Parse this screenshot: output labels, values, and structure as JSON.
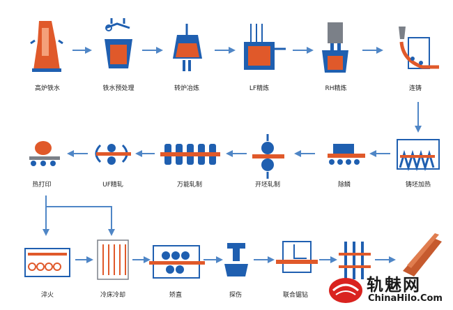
{
  "steps": [
    {
      "label": "高炉铁水"
    },
    {
      "label": "铁水预处理"
    },
    {
      "label": "转炉冶炼"
    },
    {
      "label": "LF精炼"
    },
    {
      "label": "RH精炼"
    },
    {
      "label": "连铸"
    },
    {
      "label": "铸坯加热"
    },
    {
      "label": "除鳞"
    },
    {
      "label": "开坯轧制"
    },
    {
      "label": "万能轧制"
    },
    {
      "label": "UF精轧"
    },
    {
      "label": "热打印"
    },
    {
      "label": "淬火"
    },
    {
      "label": "冷床冷却"
    },
    {
      "label": "矫直"
    },
    {
      "label": "探伤"
    },
    {
      "label": "联合锯钻"
    }
  ],
  "watermark": {
    "brand": "轨魅网",
    "site": "ChinaHilo.Com"
  },
  "colors": {
    "blue": "#1f5fb0",
    "orange": "#e0592a",
    "arrow": "#4f86c6",
    "grey": "#7b8088"
  }
}
